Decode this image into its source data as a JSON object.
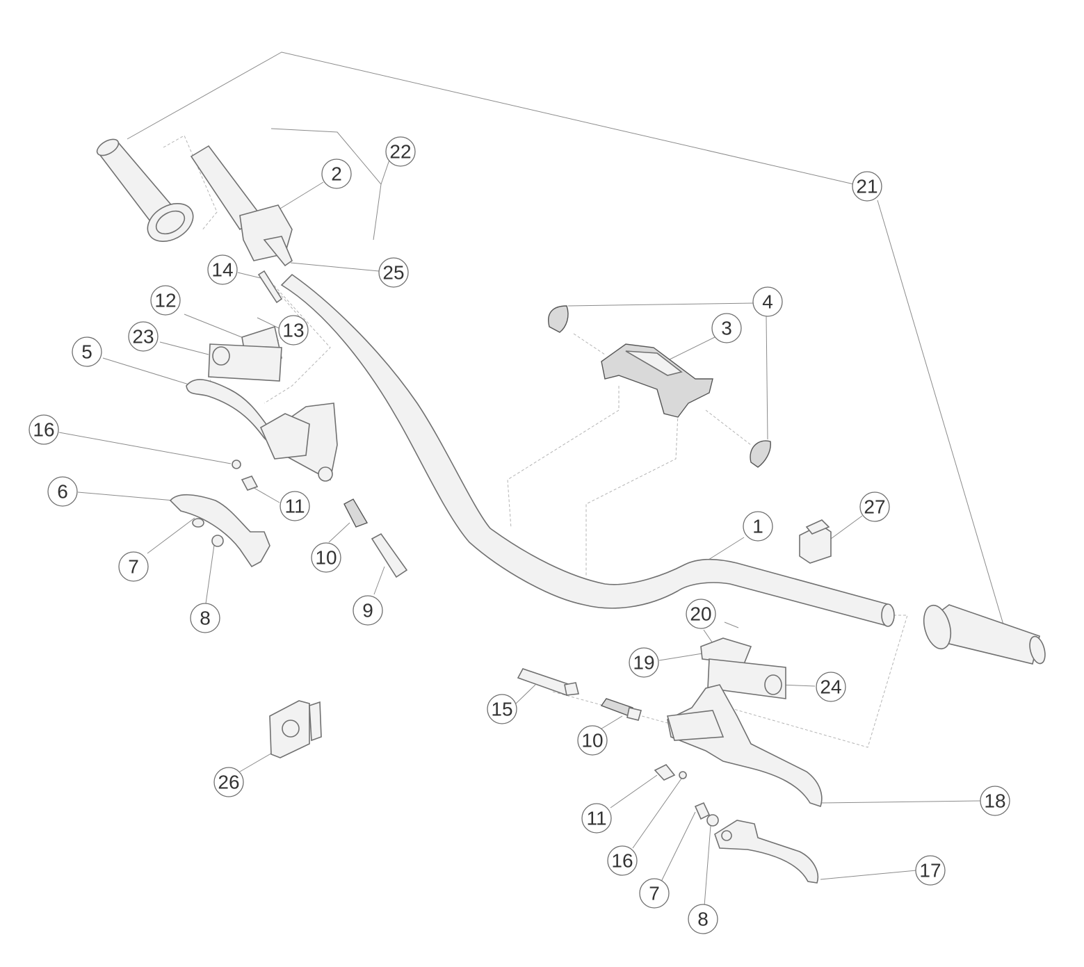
{
  "callouts": [
    "1",
    "2",
    "3",
    "4",
    "5",
    "6",
    "7",
    "7",
    "8",
    "8",
    "9",
    "10",
    "10",
    "11",
    "11",
    "12",
    "13",
    "14",
    "15",
    "16",
    "16",
    "17",
    "18",
    "19",
    "20",
    "21",
    "22",
    "23",
    "24",
    "25",
    "26",
    "27"
  ]
}
